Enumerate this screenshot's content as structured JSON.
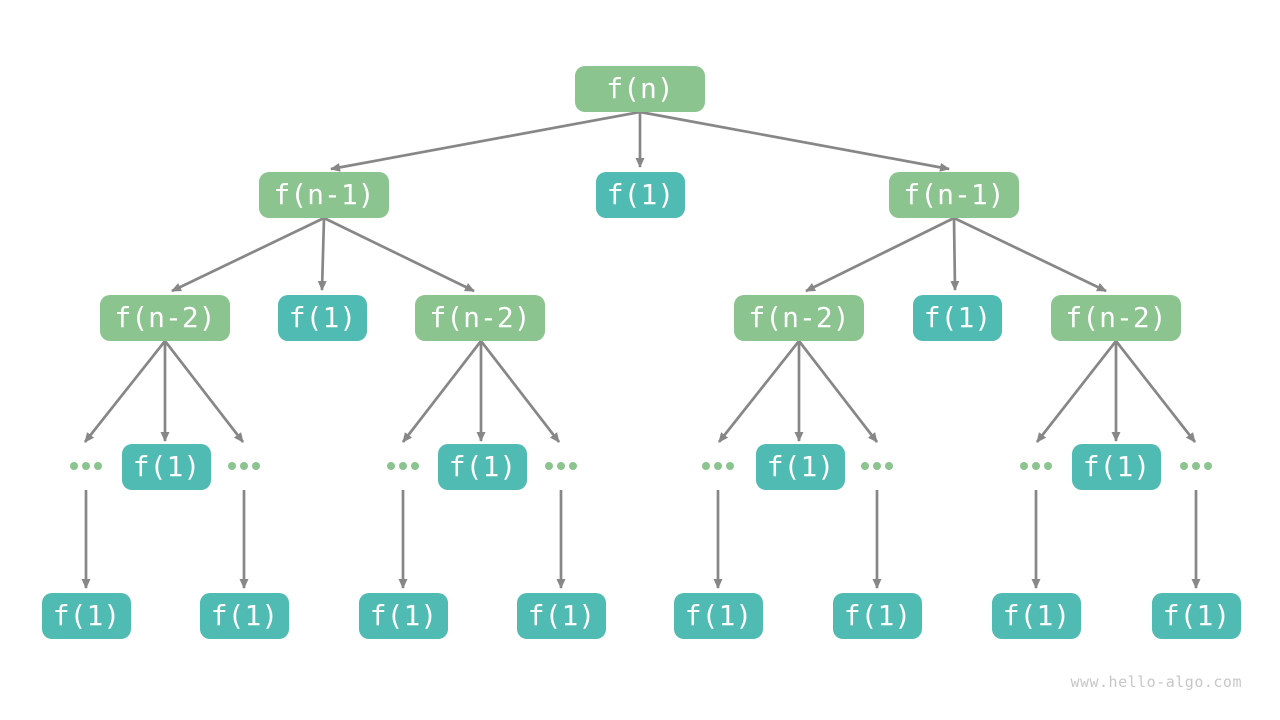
{
  "watermark": "www.hello-algo.com",
  "colors": {
    "node_green": "#8CC490",
    "node_teal": "#4FBBB2",
    "edge": "#878787",
    "node_text": "#FFFFFF",
    "ellipsis_dot": "#8CC490",
    "watermark_text": "#C7C7C7",
    "background": "#FFFFFF"
  },
  "tree": {
    "root": {
      "label": "f(n)",
      "variant": "green"
    },
    "level2": [
      {
        "label": "f(n-1)",
        "variant": "green"
      },
      {
        "label": "f(1)",
        "variant": "teal"
      },
      {
        "label": "f(n-1)",
        "variant": "green"
      }
    ],
    "level3": [
      {
        "label": "f(n-2)",
        "variant": "green"
      },
      {
        "label": "f(1)",
        "variant": "teal"
      },
      {
        "label": "f(n-2)",
        "variant": "green"
      },
      {
        "label": "f(n-2)",
        "variant": "green"
      },
      {
        "label": "f(1)",
        "variant": "teal"
      },
      {
        "label": "f(n-2)",
        "variant": "green"
      }
    ],
    "level4": [
      {
        "label": "f(1)",
        "variant": "teal"
      },
      {
        "label": "f(1)",
        "variant": "teal"
      },
      {
        "label": "f(1)",
        "variant": "teal"
      },
      {
        "label": "f(1)",
        "variant": "teal"
      }
    ],
    "ellipsis": {
      "symbol": "...",
      "group_count": 8,
      "dots_per_group": 3
    },
    "level5": [
      {
        "label": "f(1)",
        "variant": "teal"
      },
      {
        "label": "f(1)",
        "variant": "teal"
      },
      {
        "label": "f(1)",
        "variant": "teal"
      },
      {
        "label": "f(1)",
        "variant": "teal"
      },
      {
        "label": "f(1)",
        "variant": "teal"
      },
      {
        "label": "f(1)",
        "variant": "teal"
      },
      {
        "label": "f(1)",
        "variant": "teal"
      },
      {
        "label": "f(1)",
        "variant": "teal"
      }
    ]
  }
}
